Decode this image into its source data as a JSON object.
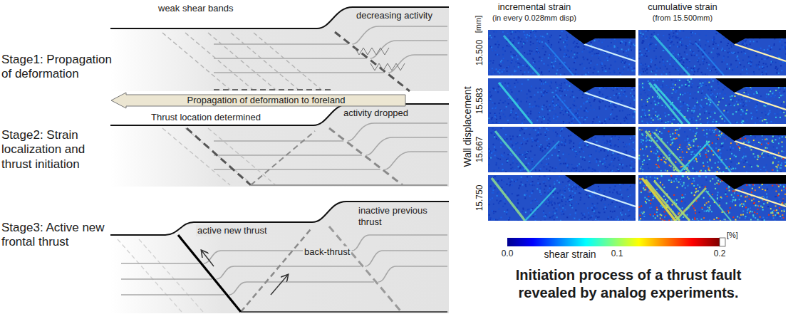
{
  "diagram": {
    "caption": "Initiation process of a thrust fault revealed by analog experiments.",
    "nodes": [
      {
        "text": [
          "Propagation of deformation to foreland"
        ]
      }
    ],
    "labels": [
      "Stage1: Propagation of deformation",
      "weak shear bands",
      "decreasing activity",
      "Stage2: Strain localization and thrust initiation",
      "Thrust location determined",
      "activity dropped",
      "Stage3: Active new frontal thrust",
      "active new thrust",
      "inactive previous thrust",
      "back-thrust",
      "incremental strain",
      "(in every 0.028mm disp)",
      "cumulative strain",
      "(from 15.500mm)",
      "[mm]",
      "15.500",
      "15.583",
      "15.667",
      "15.750",
      "Wall displacement",
      "0.0",
      "shear strain",
      "0.1",
      "0.2",
      "[%]"
    ]
  }
}
